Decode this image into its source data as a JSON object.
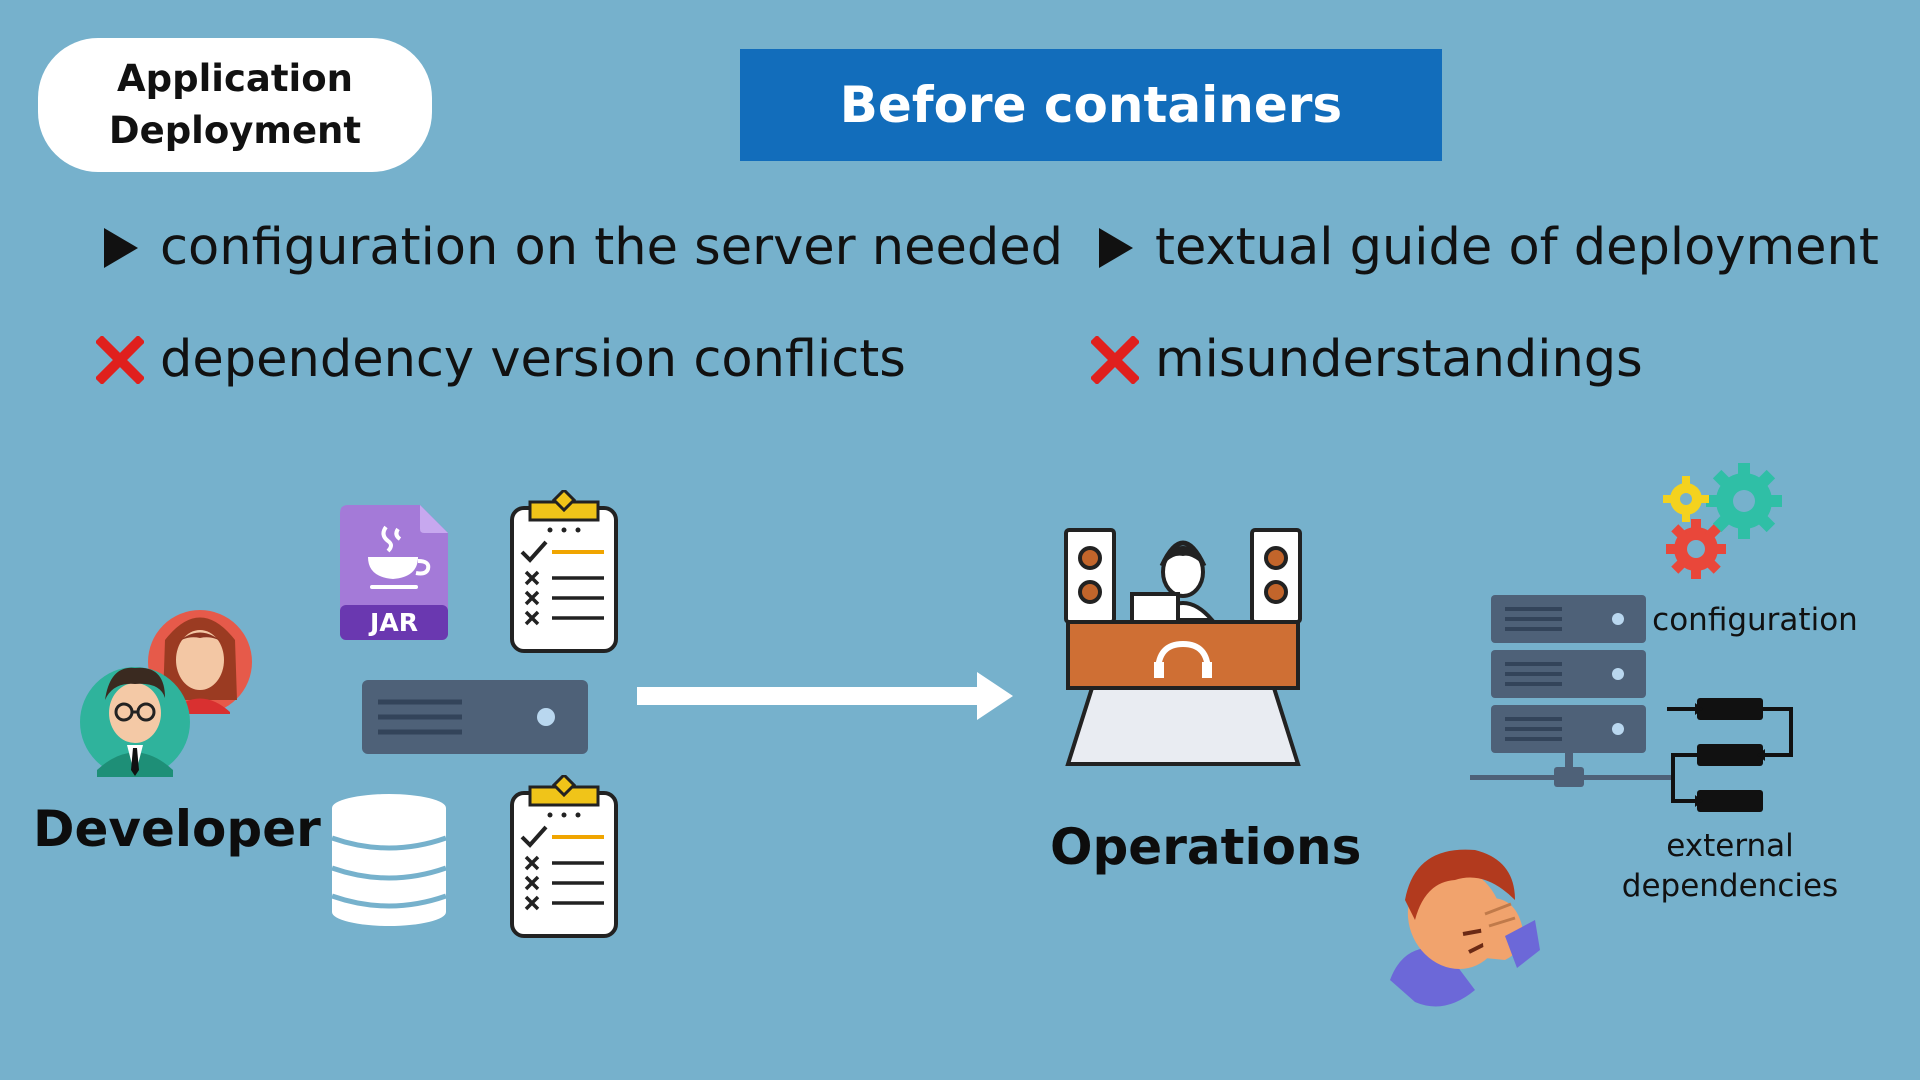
{
  "badge": {
    "line1": "Application",
    "line2": "Deployment"
  },
  "title": "Before containers",
  "points": {
    "left_arrow": "configuration on the server needed",
    "left_cross": "dependency version conflicts",
    "right_arrow": "textual guide of deployment",
    "right_cross": "misunderstandings"
  },
  "labels": {
    "developer": "Developer",
    "jar": "JAR",
    "operations": "Operations",
    "configuration": "configuration",
    "external_line1": "external",
    "external_line2": "dependencies"
  },
  "colors": {
    "background": "#76b1cc",
    "title_bg": "#126dbb",
    "cross": "#e0201d",
    "server": "#4e6178",
    "jar": "#8c5cc8"
  }
}
